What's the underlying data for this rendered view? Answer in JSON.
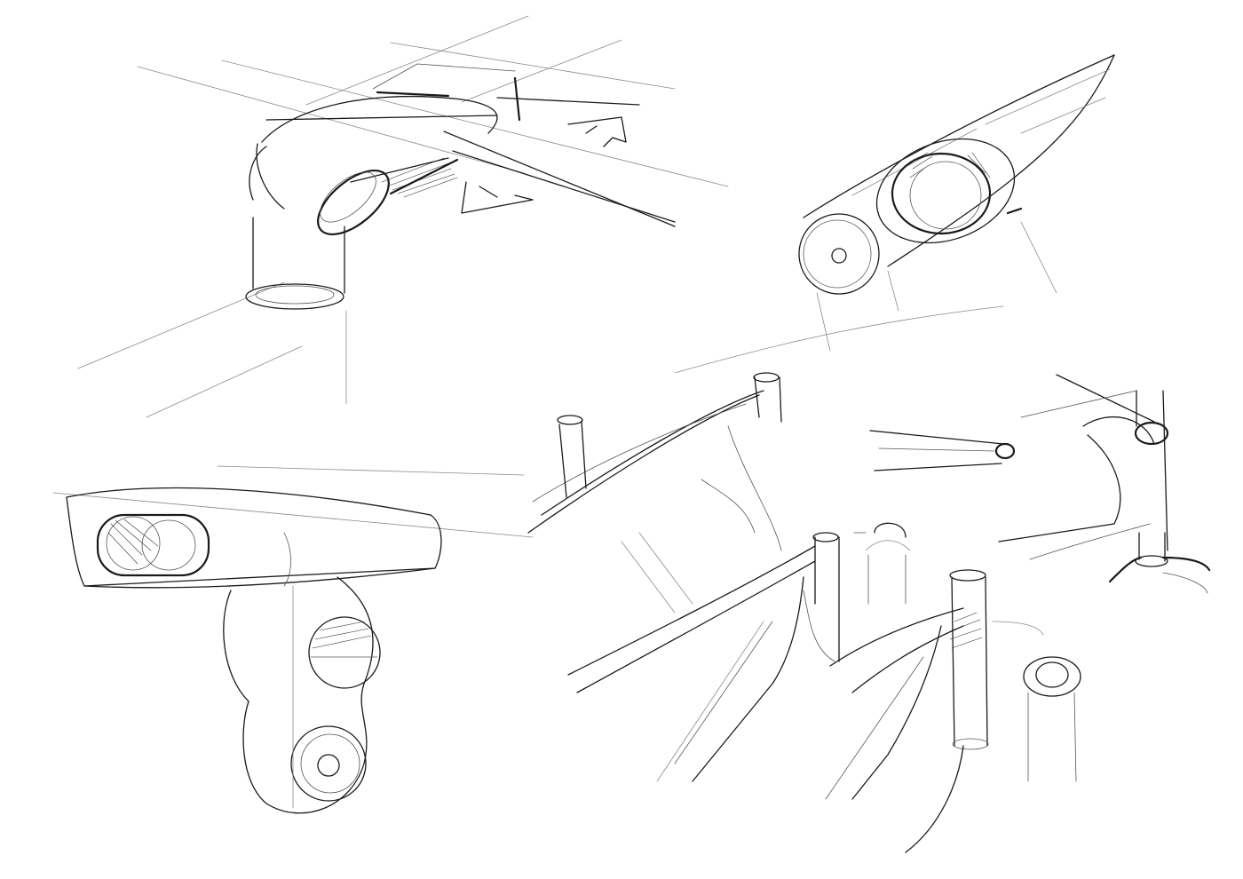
{
  "sheet": {
    "background": "#ffffff",
    "ink_color": "#1a1a1a",
    "light_ink_color": "#8a8a8a"
  },
  "sketches": [
    {
      "name": "stem-and-handlebar-perspective",
      "annotations": [
        "flow arrows"
      ]
    },
    {
      "name": "headtube-front-section"
    },
    {
      "name": "stem-cross-section-front-view"
    },
    {
      "name": "top-tube-and-seat-stays"
    },
    {
      "name": "tube-end-detail"
    },
    {
      "name": "seat-cluster-detail"
    },
    {
      "name": "seat-tube-junctions-with-callouts"
    }
  ]
}
